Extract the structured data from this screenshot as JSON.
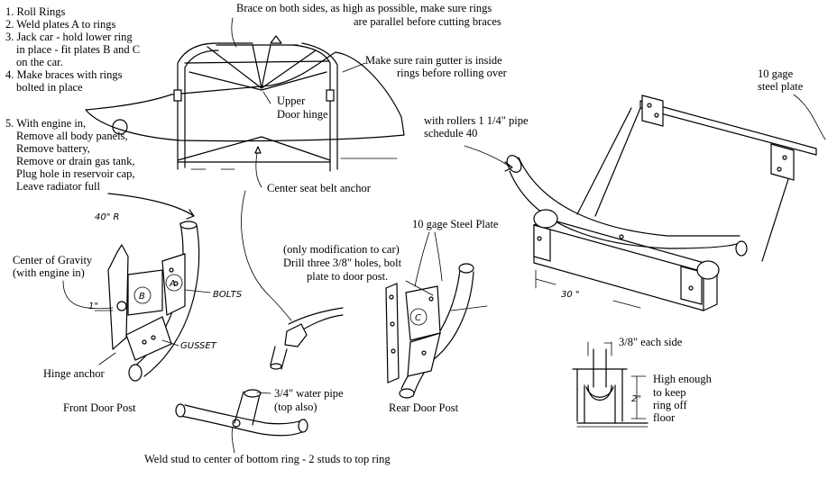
{
  "steps": [
    "1. Roll Rings",
    "2. Weld plates A to rings",
    "3. Jack car - hold lower ring",
    "in place - fit plates B and C",
    "on the car.",
    "4. Make braces with rings",
    "bolted in place",
    "5. With engine in,",
    "Remove all body panels,",
    "Remove battery,",
    "Remove or drain gas tank,",
    "Plug hole in reservoir cap,",
    "Leave radiator full"
  ],
  "top_notes": {
    "brace_line1": "Brace on both sides, as high as possible, make sure rings",
    "brace_line2": "are parallel before cutting braces",
    "gutter_line1": "Make sure rain gutter is inside",
    "gutter_line2": "rings before rolling over",
    "upper_hinge_line1": "Upper",
    "upper_hinge_line2": "Door hinge",
    "seat_belt": "Center seat belt anchor"
  },
  "roller": {
    "steel_plate_line1": "10 gage",
    "steel_plate_line2": "steel plate",
    "rollers_line1": "with rollers 1 1/4\" pipe",
    "rollers_line2": "schedule 40",
    "width_label": "30 \""
  },
  "front_post": {
    "radius_label": "40\" R",
    "cog_line1": "Center of Gravity",
    "cog_line2": "(with engine in)",
    "cog_dim": "1\"",
    "plate_a": "A",
    "plate_b": "B",
    "bolts": "BOLTS",
    "gusset": "GUSSET",
    "hinge_anchor": "Hinge anchor",
    "caption": "Front Door Post"
  },
  "rear_post": {
    "steel_plate": "10 gage Steel Plate",
    "mod_line1": "(only modification to car)",
    "mod_line2": "Drill three 3/8\" holes, bolt",
    "mod_line3": "plate to door post.",
    "plate_c": "C",
    "caption": "Rear Door Post"
  },
  "water_pipe": {
    "line1": "3/4\" water pipe",
    "line2": "(top also)"
  },
  "weld_stud": "Weld stud to center of bottom ring - 2 studs to top ring",
  "clearance": {
    "each_side": "3/8\" each side",
    "line1": "High enough",
    "line2": "to keep",
    "line3": "ring off",
    "line4": "floor",
    "dim": "2\""
  }
}
